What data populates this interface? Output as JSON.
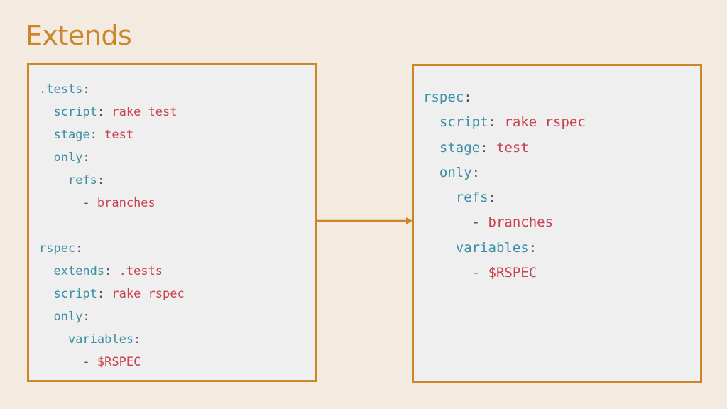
{
  "title": "Extends",
  "colors": {
    "background": "#f3ebe0",
    "accent": "#cc8528",
    "box_fill": "#efefef",
    "key": "#3a8fa5",
    "value": "#c9404e",
    "punctuation": "#555555"
  },
  "left_code": [
    [
      {
        "text": ".tests",
        "type": "key"
      },
      {
        "text": ":",
        "type": "punct"
      }
    ],
    [
      {
        "text": "  script",
        "type": "key"
      },
      {
        "text": ": ",
        "type": "punct"
      },
      {
        "text": "rake test",
        "type": "value"
      }
    ],
    [
      {
        "text": "  stage",
        "type": "key"
      },
      {
        "text": ": ",
        "type": "punct"
      },
      {
        "text": "test",
        "type": "value"
      }
    ],
    [
      {
        "text": "  only",
        "type": "key"
      },
      {
        "text": ":",
        "type": "punct"
      }
    ],
    [
      {
        "text": "    refs",
        "type": "key"
      },
      {
        "text": ":",
        "type": "punct"
      }
    ],
    [
      {
        "text": "      - ",
        "type": "punct"
      },
      {
        "text": "branches",
        "type": "value"
      }
    ],
    [],
    [
      {
        "text": "rspec",
        "type": "key"
      },
      {
        "text": ":",
        "type": "punct"
      }
    ],
    [
      {
        "text": "  extends",
        "type": "key"
      },
      {
        "text": ": ",
        "type": "punct"
      },
      {
        "text": ".tests",
        "type": "value"
      }
    ],
    [
      {
        "text": "  script",
        "type": "key"
      },
      {
        "text": ": ",
        "type": "punct"
      },
      {
        "text": "rake rspec",
        "type": "value"
      }
    ],
    [
      {
        "text": "  only",
        "type": "key"
      },
      {
        "text": ":",
        "type": "punct"
      }
    ],
    [
      {
        "text": "    variables",
        "type": "key"
      },
      {
        "text": ":",
        "type": "punct"
      }
    ],
    [
      {
        "text": "      - ",
        "type": "punct"
      },
      {
        "text": "$RSPEC",
        "type": "value"
      }
    ]
  ],
  "right_code": [
    [
      {
        "text": "rspec",
        "type": "key"
      },
      {
        "text": ":",
        "type": "punct"
      }
    ],
    [
      {
        "text": "  script",
        "type": "key"
      },
      {
        "text": ": ",
        "type": "punct"
      },
      {
        "text": "rake rspec",
        "type": "value"
      }
    ],
    [
      {
        "text": "  stage",
        "type": "key"
      },
      {
        "text": ": ",
        "type": "punct"
      },
      {
        "text": "test",
        "type": "value"
      }
    ],
    [
      {
        "text": "  only",
        "type": "key"
      },
      {
        "text": ":",
        "type": "punct"
      }
    ],
    [
      {
        "text": "    refs",
        "type": "key"
      },
      {
        "text": ":",
        "type": "punct"
      }
    ],
    [
      {
        "text": "      - ",
        "type": "punct"
      },
      {
        "text": "branches",
        "type": "value"
      }
    ],
    [
      {
        "text": "    variables",
        "type": "key"
      },
      {
        "text": ":",
        "type": "punct"
      }
    ],
    [
      {
        "text": "      - ",
        "type": "punct"
      },
      {
        "text": "$RSPEC",
        "type": "value"
      }
    ]
  ]
}
